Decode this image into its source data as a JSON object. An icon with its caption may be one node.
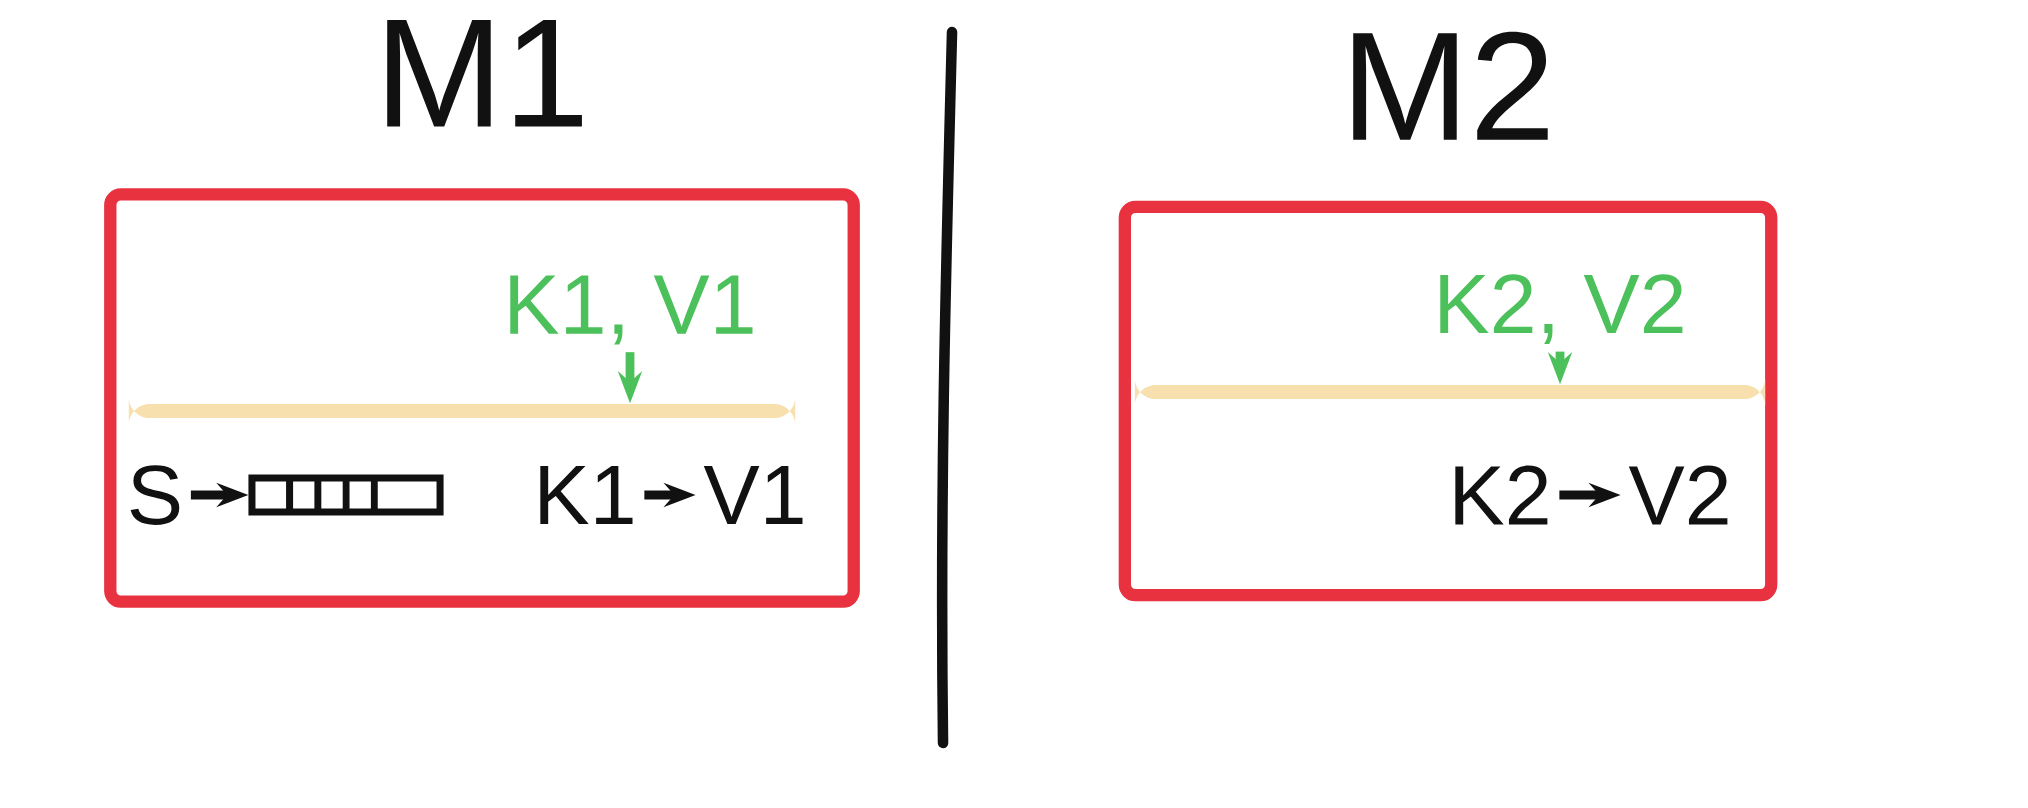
{
  "diagram": {
    "nodes": [
      {
        "text": [
          "M1"
        ]
      },
      {
        "text": [
          "K1, V1"
        ],
        "in": 0
      },
      {
        "text": [],
        "shape": "bar",
        "in": 0
      },
      {
        "text": [
          "S"
        ],
        "in": 0
      },
      {
        "text": [],
        "shape": "box",
        "in": 0
      },
      {
        "text": [
          "K1"
        ],
        "in": 0
      },
      {
        "text": [
          "V1"
        ],
        "in": 0
      },
      {
        "text": [
          "M2"
        ]
      },
      {
        "text": [
          "K2, V2"
        ],
        "in": 7
      },
      {
        "text": [],
        "shape": "bar",
        "in": 7
      },
      {
        "text": [
          "K2"
        ],
        "in": 7
      },
      {
        "text": [
          "V2"
        ],
        "in": 7
      }
    ],
    "edges": [
      {
        "from": 1,
        "to": 2,
        "arrow": "to",
        "color": "#4cc05a"
      },
      {
        "from": 3,
        "to": 4,
        "arrow": "to"
      },
      {
        "from": 5,
        "to": 6,
        "arrow": "to"
      },
      {
        "from": 8,
        "to": 9,
        "arrow": "to",
        "color": "#4cc05a"
      },
      {
        "from": 10,
        "to": 11,
        "arrow": "to"
      }
    ]
  }
}
